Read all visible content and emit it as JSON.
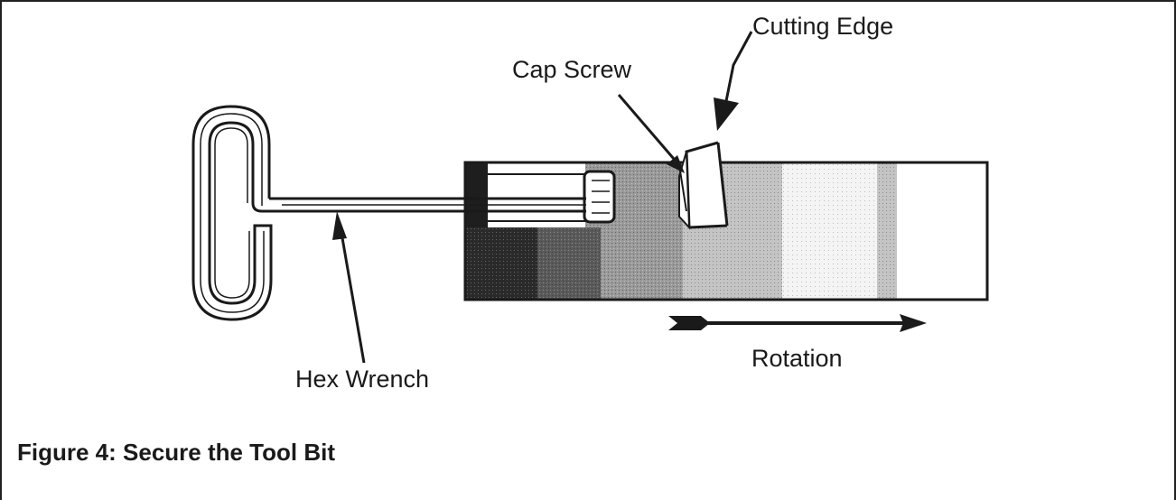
{
  "labels": {
    "cap_screw": "Cap Screw",
    "cutting_edge": "Cutting Edge",
    "hex_wrench": "Hex Wrench",
    "rotation": "Rotation"
  },
  "caption": "Figure 4:  Secure the Tool Bit",
  "colors": {
    "ink": "#1a1a1a",
    "shade_dark": "#222222",
    "shade_medium_dark": "#555555",
    "shade_medium": "#8a8a8a",
    "shade_light": "#b8b8b8",
    "shade_lighter": "#dcdcdc",
    "shade_lightest": "#efefef"
  }
}
